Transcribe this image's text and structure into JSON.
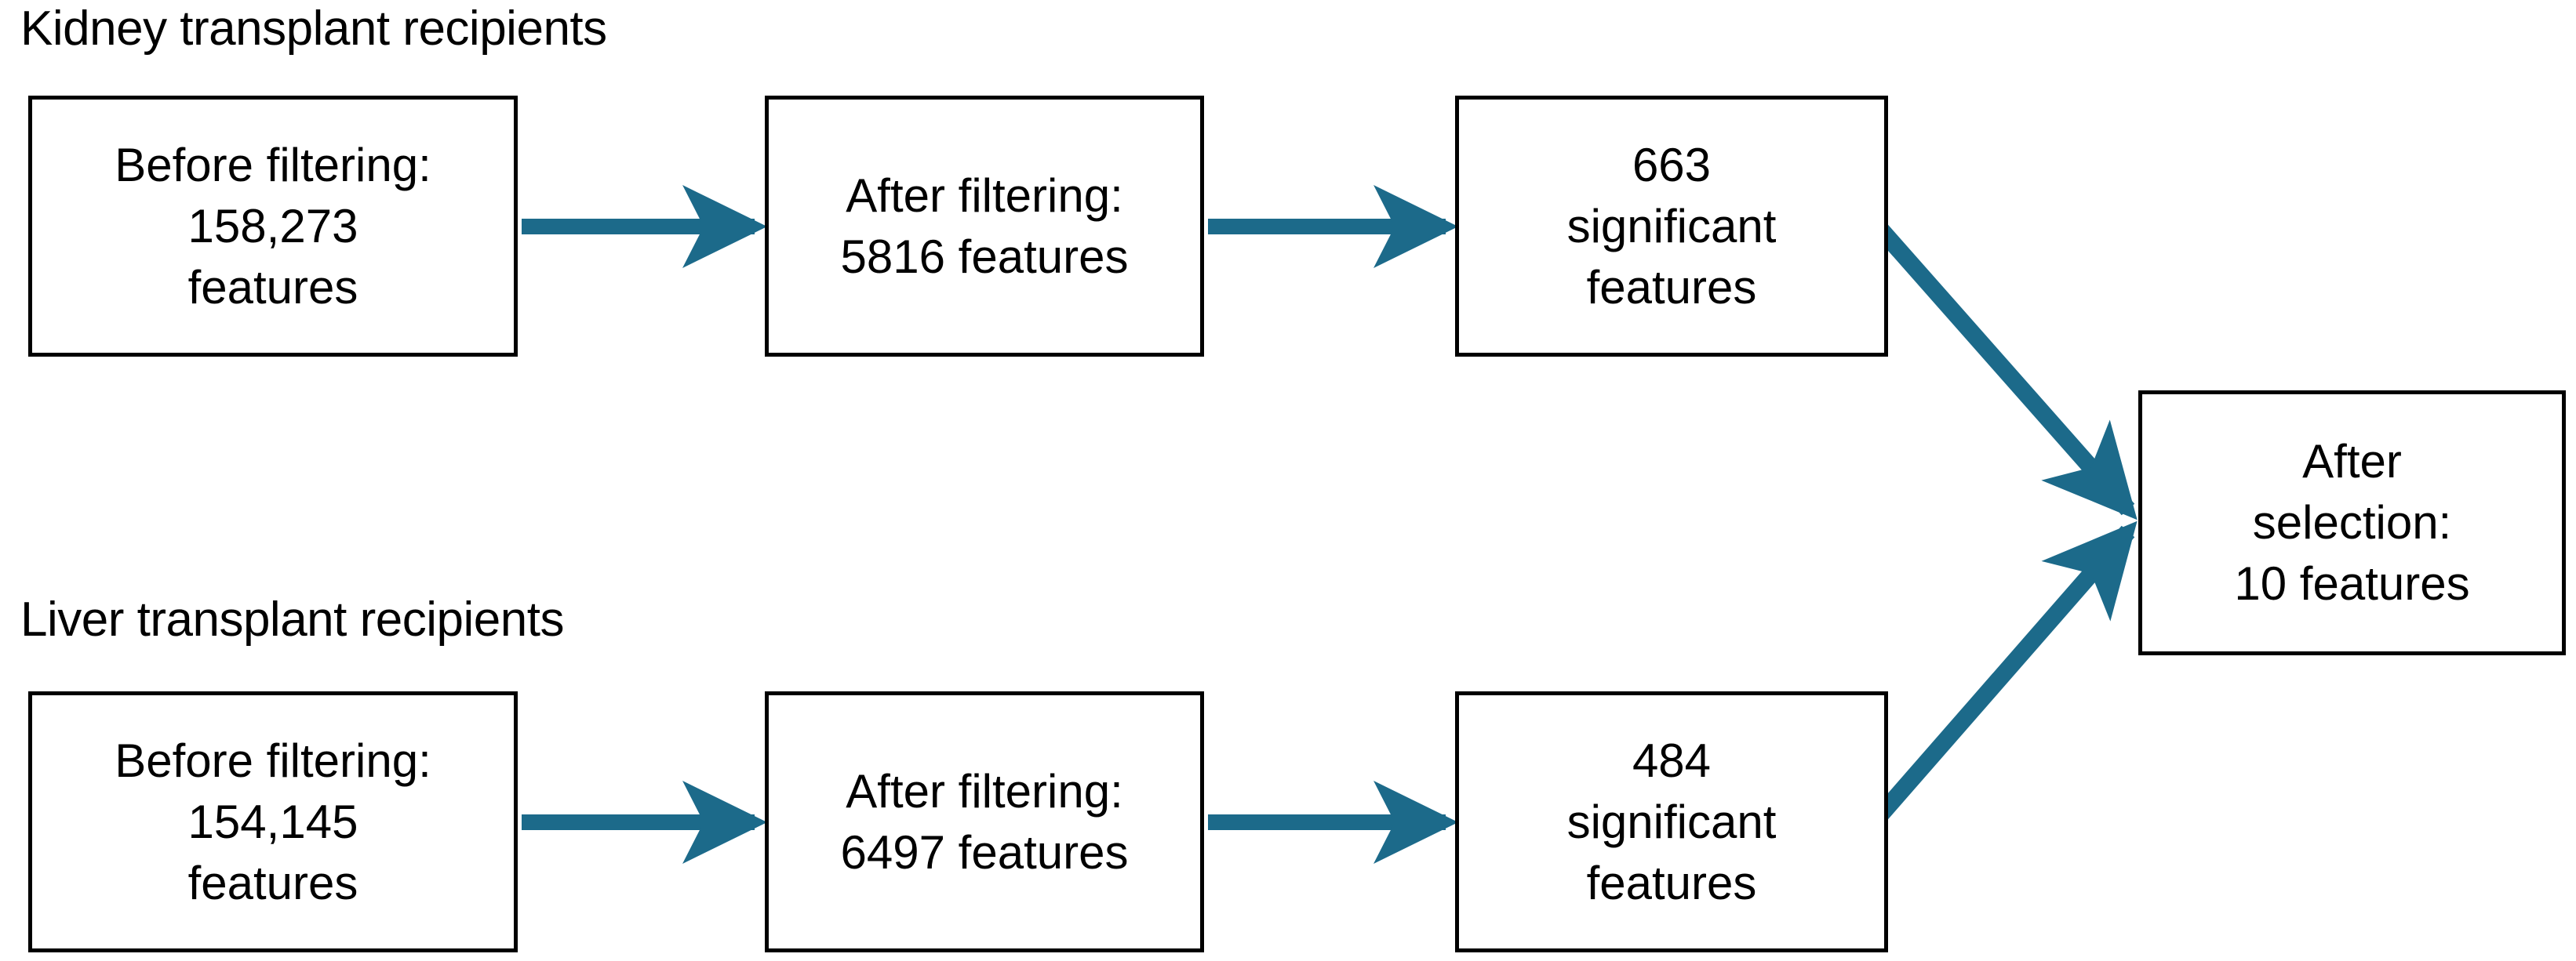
{
  "diagram": {
    "title_kidney": "Kidney transplant recipients",
    "title_liver": "Liver transplant recipients",
    "accent_color": "#1C6A8A",
    "box_border_color": "#000000",
    "background_color": "#FFFFFF",
    "text_color": "#000000"
  },
  "nodes": {
    "kidney_before": {
      "lines": [
        "Before filtering:",
        "158,273",
        "features"
      ],
      "count": "158,273"
    },
    "kidney_after": {
      "lines": [
        "After filtering:",
        "5816 features"
      ],
      "count": "5816"
    },
    "kidney_significant": {
      "lines": [
        "663",
        "significant",
        "features"
      ],
      "count": "663"
    },
    "liver_before": {
      "lines": [
        "Before filtering:",
        "154,145",
        "features"
      ],
      "count": "154,145"
    },
    "liver_after": {
      "lines": [
        "After filtering:",
        "6497 features"
      ],
      "count": "6497"
    },
    "liver_significant": {
      "lines": [
        "484",
        "significant",
        "features"
      ],
      "count": "484"
    },
    "final": {
      "lines": [
        "After",
        "selection:",
        "10 features"
      ],
      "count": "10"
    }
  },
  "edges": [
    {
      "name": "kidney-before-to-after",
      "from": "kidney_before",
      "to": "kidney_after",
      "style": "straight-horizontal"
    },
    {
      "name": "kidney-after-to-significant",
      "from": "kidney_after",
      "to": "kidney_significant",
      "style": "straight-horizontal"
    },
    {
      "name": "liver-before-to-after",
      "from": "liver_before",
      "to": "liver_after",
      "style": "straight-horizontal"
    },
    {
      "name": "liver-after-to-significant",
      "from": "liver_after",
      "to": "liver_significant",
      "style": "straight-horizontal"
    },
    {
      "name": "kidney-significant-to-final",
      "from": "kidney_significant",
      "to": "final",
      "style": "diagonal-down"
    },
    {
      "name": "liver-significant-to-final",
      "from": "liver_significant",
      "to": "final",
      "style": "diagonal-up"
    }
  ]
}
